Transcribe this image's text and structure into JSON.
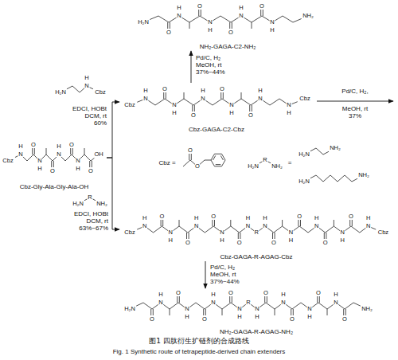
{
  "diagram": {
    "caption": "图1 四肽衍生扩链剂的合成路线",
    "nodes": [
      {
        "text": [
          "NH₂-GAGA-C2-NH₂"
        ]
      },
      {
        "text": [
          "Cbz-GAGA-C2-Cbz"
        ]
      },
      {
        "text": [
          "Cbz-Gly-Ala-Gly-Ala-OH"
        ]
      },
      {
        "text": [
          "Cbz-GAGA-R-AGAG-Cbz"
        ]
      },
      {
        "text": [
          "NH₂-GAGA-R-AGAG-NH₂"
        ]
      }
    ],
    "edges": [
      {
        "from": 2,
        "to": 1,
        "arrow": "to",
        "label": "EDCI, HOBt DCM, rt 60%"
      },
      {
        "from": 1,
        "to": 0,
        "arrow": "to",
        "label": "Pd/C, H₂ MeOH, rt 37%~44%"
      },
      {
        "from": 2,
        "to": 3,
        "arrow": "to",
        "label": "EDCI, HOBt DCM, rt 63%~67%"
      },
      {
        "from": 3,
        "to": 4,
        "arrow": "to",
        "label": "Pd/C, H₂ MeOH, rt 37%~44%"
      }
    ],
    "labels": [
      "H₂N",
      "O",
      "N",
      "H",
      "O",
      "N",
      "H",
      "O",
      "N",
      "H",
      "O",
      "N",
      "H",
      "NH₂",
      "H₂N",
      "N",
      "H",
      "Cbz",
      "Cbz",
      "N",
      "H",
      "O",
      "N",
      "H",
      "O",
      "N",
      "H",
      "O",
      "N",
      "H",
      "O",
      "N",
      "H",
      "N",
      "H",
      "Cbz",
      "Pd/C, H₂,",
      "MeOH, rt 37%",
      "Cbz",
      "N",
      "H",
      "O",
      "N",
      "H",
      "O",
      "N",
      "H",
      "O",
      "N",
      "H",
      "O",
      "OH",
      "Cbz =",
      "O",
      "O",
      "H₂N",
      "R",
      "NH₂",
      "=",
      "H₂N",
      "NH₂",
      "H₂N",
      "NH₂",
      "H₂N",
      "R",
      "NH₂",
      "Cbz",
      "N",
      "H",
      "O",
      "N",
      "H",
      "O",
      "N",
      "H",
      "O",
      "N",
      "H",
      "O",
      "N",
      "H",
      "R",
      "N",
      "H",
      "O",
      "N",
      "H",
      "O",
      "N",
      "H",
      "O",
      "N",
      "H",
      "O",
      "N",
      "H",
      "Cbz",
      "H₂N",
      "O",
      "N",
      "H",
      "O",
      "N",
      "H",
      "O",
      "N",
      "H",
      "O",
      "N",
      "H",
      "R",
      "N",
      "H",
      "O",
      "N",
      "H",
      "O",
      "N",
      "H",
      "O",
      "N",
      "H",
      "O",
      "NH₂",
      "Fig. 1 Synthetic route of tetrapeptide-derived chain extenders"
    ]
  }
}
